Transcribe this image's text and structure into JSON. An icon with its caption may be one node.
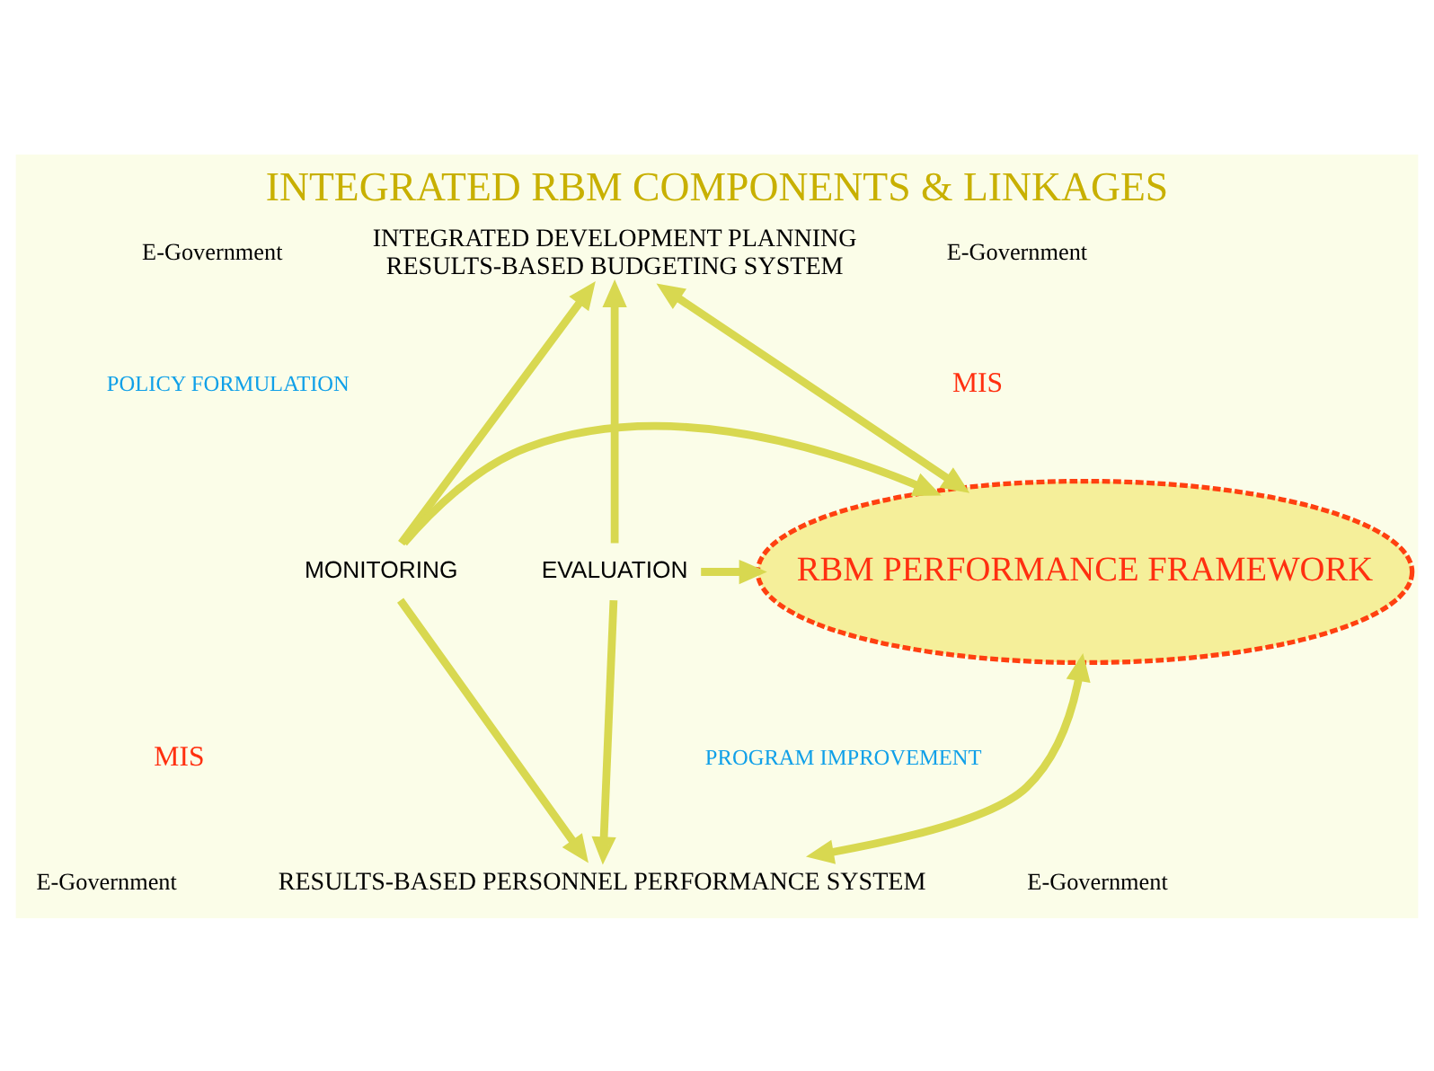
{
  "diagram": {
    "title": "INTEGRATED RBM COMPONENTS & LINKAGES",
    "nodes": [
      {
        "text": [
          "INTEGRATED DEVELOPMENT PLANNING",
          "RESULTS-BASED BUDGETING SYSTEM"
        ]
      },
      {
        "text": [
          "MONITORING"
        ]
      },
      {
        "text": [
          "RBM PERFORMANCE FRAMEWORK"
        ]
      },
      {
        "text": [
          "EVALUATION"
        ]
      },
      {
        "text": [
          "RESULTS-BASED PERSONNEL PERFORMANCE SYSTEM"
        ]
      }
    ],
    "edges": [
      {
        "from": 1,
        "to": 0,
        "arrow": "to"
      },
      {
        "from": 3,
        "to": 0,
        "arrow": "to"
      },
      {
        "from": 0,
        "to": 2,
        "arrow": "both"
      },
      {
        "from": 1,
        "to": 2,
        "arrow": "to"
      },
      {
        "from": 3,
        "to": 2,
        "arrow": "to"
      },
      {
        "from": 4,
        "to": 2,
        "arrow": "both"
      },
      {
        "from": 1,
        "to": 4,
        "arrow": "to"
      },
      {
        "from": 3,
        "to": 4,
        "arrow": "to"
      }
    ],
    "labels": [
      "E-Government",
      "E-Government",
      "POLICY FORMULATION",
      "MIS",
      "MIS",
      "PROGRAM IMPROVEMENT",
      "E-Government",
      "E-Government"
    ]
  }
}
